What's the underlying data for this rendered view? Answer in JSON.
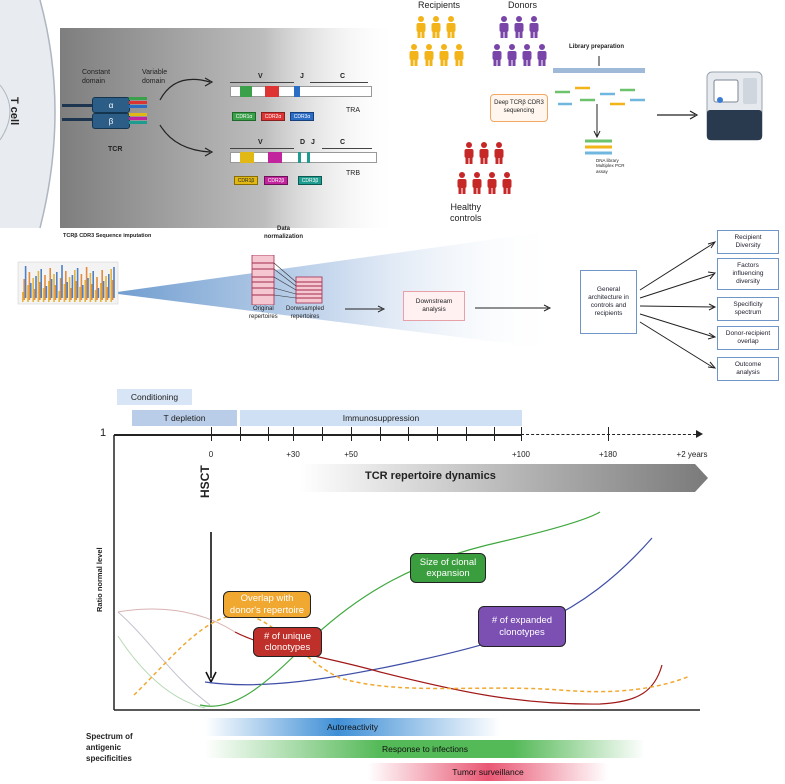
{
  "tcell": {
    "title": "T cell",
    "constant_domain": "Constant\ndomain",
    "variable_domain": "Variable\ndomain",
    "alpha": "α",
    "beta": "β",
    "tcr": "TCR",
    "tra": {
      "v": "V",
      "j": "J",
      "c": "C",
      "cdr1": "CDR1α",
      "cdr2": "CDR2α",
      "cdr3": "CDR3α",
      "name": "TRA"
    },
    "trb": {
      "v": "V",
      "d": "D",
      "j": "J",
      "c": "C",
      "cdr1": "CDR1β",
      "cdr2": "CDR2β",
      "cdr3": "CDR3β",
      "name": "TRB"
    }
  },
  "cohort": {
    "recipients": "Recipients",
    "donors": "Donors",
    "healthy_controls": "Healthy\ncontrols",
    "library_prep": "Library preparation",
    "sequencing": "Deep TCRβ CDR3\nsequencing",
    "assay": "DNA library\nMultiplex PCR\nassay",
    "colors": {
      "recipients": "#f2b418",
      "donors": "#7a45a8",
      "controls": "#c62828"
    }
  },
  "pipeline": {
    "imputation_title": "TCRβ CDR3 Sequence imputation",
    "data_normalization": "Data\nnormalization",
    "original": "Original\nrepertoires",
    "downsampled": "Donwsampled\nrepertoires",
    "downstream": "Downstream\nanalysis",
    "general": "General\narchitecture in\ncontrols and\nrecipients",
    "outputs": [
      "Recipient\nDiversity",
      "Factors\ninfluencing\ndiversity",
      "Specificity\nspectrum",
      "Donor-recipient\noverlap",
      "Outcome\nanalysis"
    ]
  },
  "timeline": {
    "phases": [
      {
        "label": "Conditioning",
        "color": "#d8e5f6"
      },
      {
        "label": "T depletion",
        "color": "#b9cde8"
      },
      {
        "label": "Immunosuppression",
        "color": "#cfe0f4"
      }
    ],
    "y_one": "1",
    "ticks": [
      "0",
      "+30",
      "+50",
      "+100",
      "+180",
      "+2 years"
    ],
    "hsct": "HSCT",
    "dynamics": "TCR repertoire dynamics",
    "ylabel": "Ratio normal level",
    "labels": [
      {
        "text": "Overlap with\ndonor's repertoire",
        "color": "#f0a830"
      },
      {
        "text": "# of unique\nclonotypes",
        "color": "#c0302a"
      },
      {
        "text": "Size of clonal\nexpansion",
        "color": "#3a9e3e"
      },
      {
        "text": "# of expanded\nclonotypes",
        "color": "#7c4fb3"
      }
    ]
  },
  "spectrum": {
    "title": "Spectrum of\nantigenic\nspecificities",
    "bands": [
      "Autoreactivity",
      "Response to infections",
      "Tumor surveillance"
    ]
  }
}
